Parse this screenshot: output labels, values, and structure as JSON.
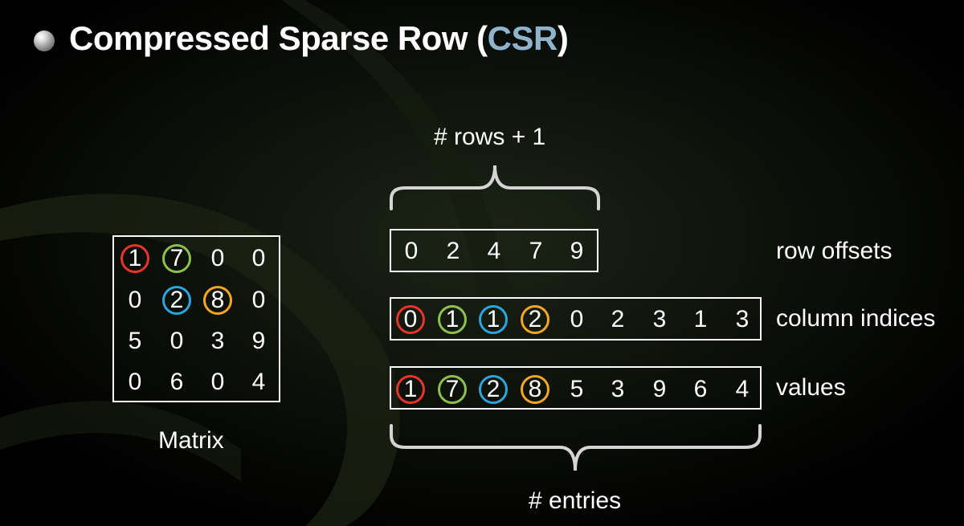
{
  "title": {
    "main": "Compressed Sparse Row (",
    "accent": "CSR",
    "end": ")"
  },
  "labels": {
    "rows_plus_one": "# rows + 1",
    "entries": "# entries",
    "matrix": "Matrix",
    "row_offsets": "row offsets",
    "column_indices": "column indices",
    "values": "values"
  },
  "colors": {
    "red": "#e8342a",
    "green": "#8cc04f",
    "blue": "#2ba6dc",
    "orange": "#f5a623",
    "accent": "#8fb3cc"
  },
  "matrix": [
    [
      {
        "v": "1",
        "c": "red"
      },
      {
        "v": "7",
        "c": "green"
      },
      {
        "v": "0"
      },
      {
        "v": "0"
      }
    ],
    [
      {
        "v": "0"
      },
      {
        "v": "2",
        "c": "blue"
      },
      {
        "v": "8",
        "c": "orange"
      },
      {
        "v": "0"
      }
    ],
    [
      {
        "v": "5"
      },
      {
        "v": "0"
      },
      {
        "v": "3"
      },
      {
        "v": "9"
      }
    ],
    [
      {
        "v": "0"
      },
      {
        "v": "6"
      },
      {
        "v": "0"
      },
      {
        "v": "4"
      }
    ]
  ],
  "row_offsets": [
    {
      "v": "0"
    },
    {
      "v": "2"
    },
    {
      "v": "4"
    },
    {
      "v": "7"
    },
    {
      "v": "9"
    }
  ],
  "column_indices": [
    {
      "v": "0",
      "c": "red"
    },
    {
      "v": "1",
      "c": "green"
    },
    {
      "v": "1",
      "c": "blue"
    },
    {
      "v": "2",
      "c": "orange"
    },
    {
      "v": "0"
    },
    {
      "v": "2"
    },
    {
      "v": "3"
    },
    {
      "v": "1"
    },
    {
      "v": "3"
    }
  ],
  "values": [
    {
      "v": "1",
      "c": "red"
    },
    {
      "v": "7",
      "c": "green"
    },
    {
      "v": "2",
      "c": "blue"
    },
    {
      "v": "8",
      "c": "orange"
    },
    {
      "v": "5"
    },
    {
      "v": "3"
    },
    {
      "v": "9"
    },
    {
      "v": "6"
    },
    {
      "v": "4"
    }
  ]
}
